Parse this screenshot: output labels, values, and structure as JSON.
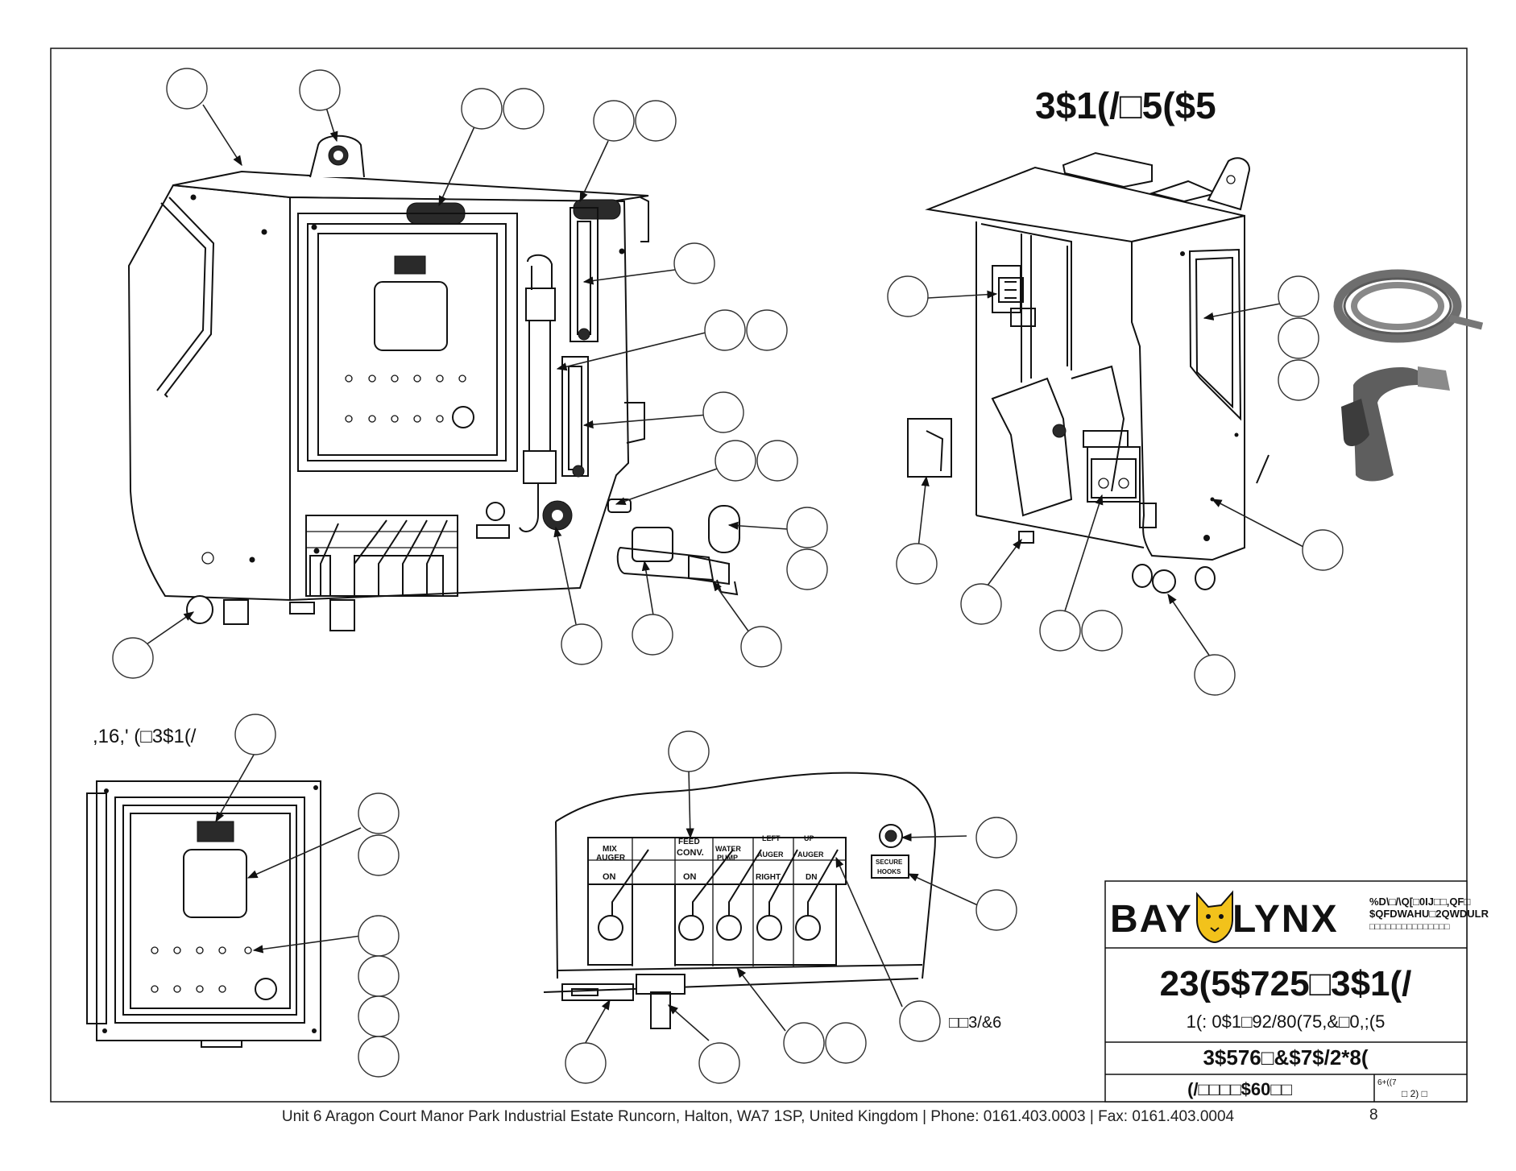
{
  "diagram": {
    "title": "3$1(/□5($5",
    "section_label": ",16,' (□3$1(/",
    "levers": {
      "mix_auger": "MIX",
      "mix_auger_2": "AUGER",
      "mix_on": "ON",
      "feed_conv": "FEED",
      "feed_conv_2": "CONV.",
      "feed_on": "ON",
      "water_pump": "WATER",
      "water_pump_2": "PUMP",
      "left_auger": "LEFT",
      "left_auger_2": "AUGER",
      "left_right": "RIGHT",
      "up_auger": "UP",
      "up_auger_2": "AUGER",
      "up_dn": "DN",
      "secure": "SECURE",
      "hooks": "HOOKS"
    },
    "callout_note": "□□3/&6"
  },
  "logo": {
    "left_word": "BAY",
    "right_word": "LYNX",
    "tagline_1": "%D\\□/\\Q[□0IJ□□,QF□",
    "tagline_2": "$QFDWAHU□2QWDULR",
    "tagline_3": "□□□□□□□□□□□□□□□"
  },
  "title_block": {
    "drawing_title": "23(5$725□3$1(/",
    "subtitle": "1(:  0$1□92/80(75,&□0,;(5",
    "section": "3$576□&$7$/2*8(",
    "model": "(/□□□□$60□□",
    "sheet_label": "6+((7",
    "sheet_value": "□  2)  □"
  },
  "footer": {
    "address": "Unit 6 Aragon Court Manor Park Industrial Estate Runcorn, Halton, WA7 1SP, United Kingdom  |  Phone: 0161.403.0003  |  Fax: 0161.403.0004",
    "page_number": "8"
  },
  "colors": {
    "logo_yellow": "#f2c21b",
    "ink": "#111111"
  }
}
